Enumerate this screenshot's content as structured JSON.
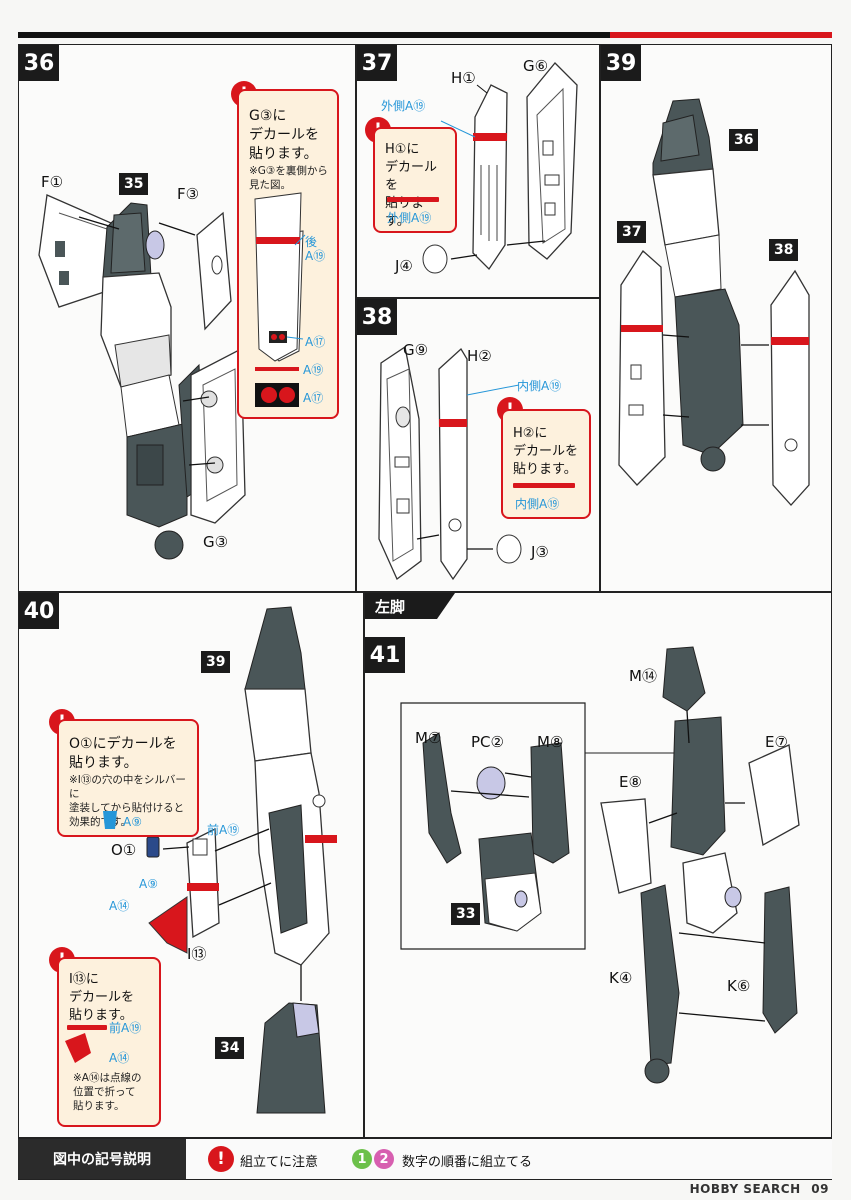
{
  "steps": {
    "s36": {
      "number": "36",
      "ref_35": "35",
      "parts": {
        "f1": "F①",
        "f3": "F③",
        "g3": "G③"
      },
      "note": {
        "line1": "G③に",
        "line2": "デカールを",
        "line3": "貼ります。",
        "small1": "※G③を裏側から",
        "small2": "見た図。",
        "decal_rear": "後",
        "decal_rear_id": "A⑲",
        "decal_a17": "A⑰",
        "decal_a19": "A⑲",
        "decal_a17b": "A⑰"
      }
    },
    "s37": {
      "number": "37",
      "parts": {
        "h1": "H①",
        "g6": "G⑥",
        "j4": "J④"
      },
      "decal_outer": "外側A⑲",
      "note": {
        "line1": "H①に",
        "line2": "デカールを",
        "line3": "貼ります。",
        "decal": "外側A⑲"
      }
    },
    "s38": {
      "number": "38",
      "parts": {
        "g9": "G⑨",
        "h2": "H②",
        "j3": "J③"
      },
      "decal_inner": "内側A⑲",
      "note": {
        "line1": "H②に",
        "line2": "デカールを",
        "line3": "貼ります。",
        "decal": "内側A⑲"
      }
    },
    "s39": {
      "number": "39",
      "ref_36": "36",
      "ref_37": "37",
      "ref_38": "38"
    },
    "s40": {
      "number": "40",
      "ref_39": "39",
      "ref_34": "34",
      "parts": {
        "o1": "O①",
        "i13": "I⑬"
      },
      "decals": {
        "front_a19": "前A⑲",
        "a9": "A⑨",
        "a14": "A⑭"
      },
      "note1": {
        "line1": "O①にデカールを",
        "line2": "貼ります。",
        "small1": "※I⑬の穴の中をシルバーに",
        "small2": "塗装してから貼付けると",
        "small3": "効果的です。",
        "decal": "A⑨"
      },
      "note2": {
        "line1": "I⑬に",
        "line2": "デカールを",
        "line3": "貼ります。",
        "decal_front": "前A⑲",
        "decal_a14": "A⑭",
        "small1": "※A⑭は点線の",
        "small2": "位置で折って",
        "small3": "貼ります。"
      }
    },
    "s41": {
      "section": "左脚",
      "number": "41",
      "ref_33": "33",
      "parts": {
        "m14": "M⑭",
        "m7": "M⑦",
        "pc2": "PC②",
        "m8": "M⑧",
        "e7": "E⑦",
        "e8": "E⑧",
        "k4": "K④",
        "k6": "K⑥"
      }
    }
  },
  "legend": {
    "title": "図中の記号説明",
    "caution_icon": "!",
    "caution_text": "組立てに注意",
    "num1": "1",
    "num2": "2",
    "order_text": "数字の順番に組立てる"
  },
  "page_number": "09",
  "watermark": "HOBBY SEARCH",
  "colors": {
    "accent_red": "#d8161c",
    "decal_blue": "#2596d8",
    "note_bg": "#fdf1dd",
    "part_gray": "#4a5658"
  }
}
